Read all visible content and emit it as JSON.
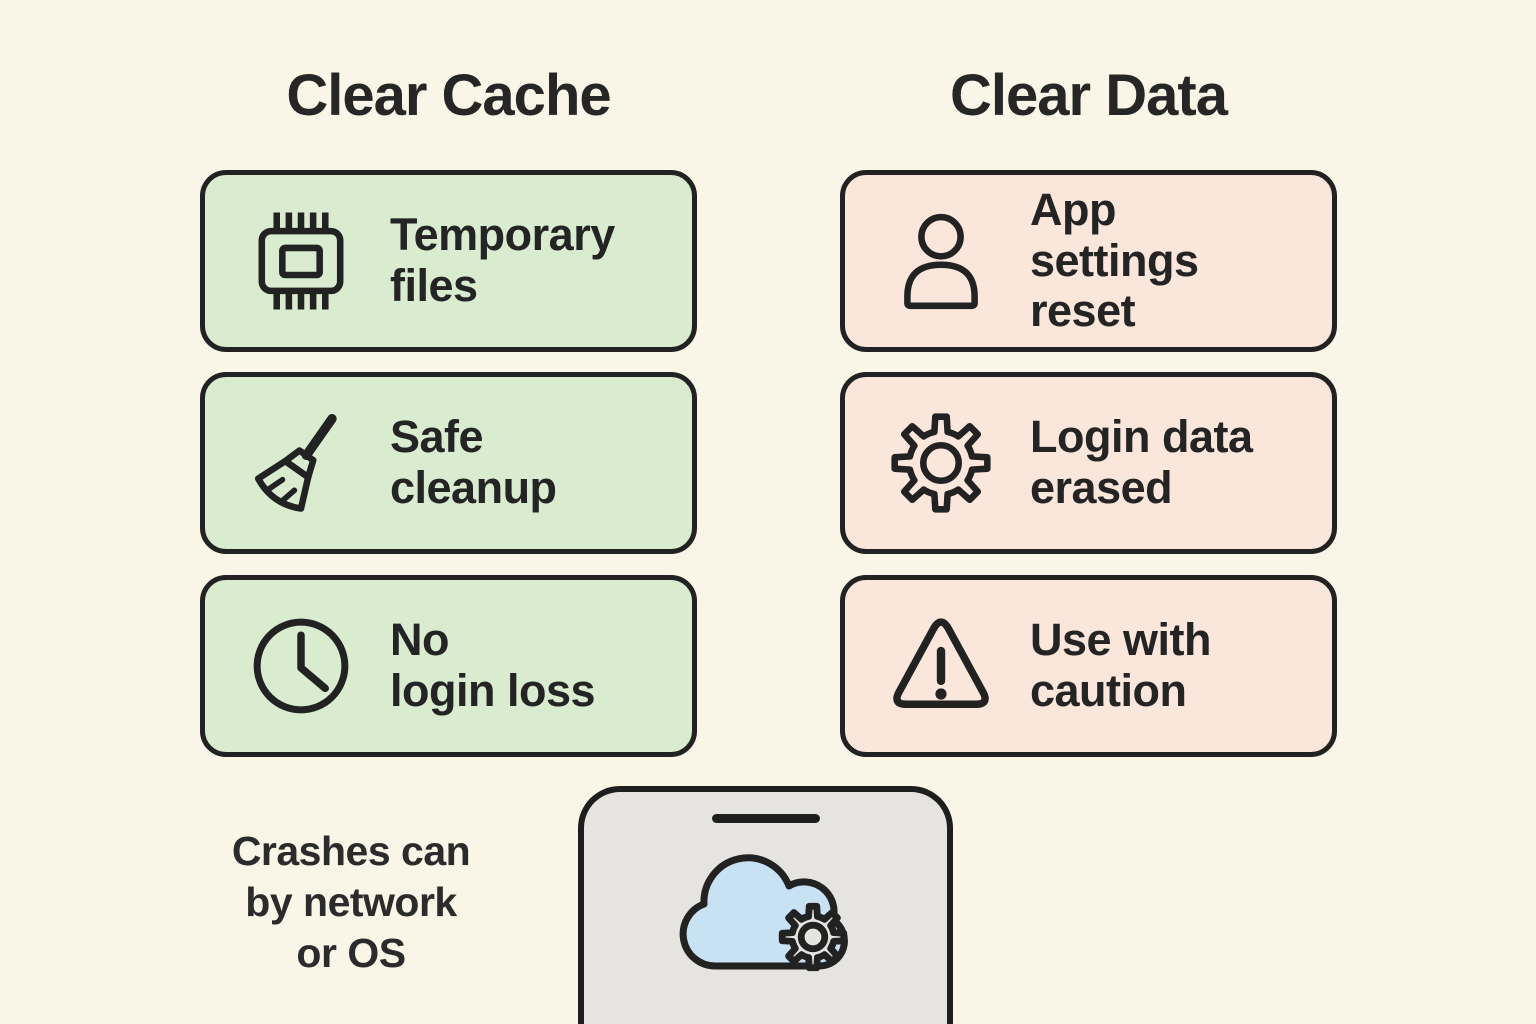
{
  "palette": {
    "background": "#FAF6E7",
    "ink": "#222222",
    "cache_card_color": "#D9ECD0",
    "data_card_color": "#FBE6DC",
    "phone_color": "#E5E4E1",
    "cloud_color": "#C9E2F3"
  },
  "columns": [
    {
      "title": "Clear Cache",
      "cards": [
        {
          "icon": "chip-icon",
          "lines": [
            "Temporary",
            "files"
          ]
        },
        {
          "icon": "broom-icon",
          "lines": [
            "Safe",
            "cleanup"
          ]
        },
        {
          "icon": "clock-icon",
          "lines": [
            "No",
            "login loss"
          ]
        }
      ]
    },
    {
      "title": "Clear Data",
      "cards": [
        {
          "icon": "person-icon",
          "lines": [
            "App",
            "settings reset"
          ]
        },
        {
          "icon": "gear-icon",
          "lines": [
            "Login data",
            "erased"
          ]
        },
        {
          "icon": "warning-icon",
          "lines": [
            "Use with",
            "caution"
          ]
        }
      ]
    }
  ],
  "footer": {
    "note_lines": [
      "Crashes can",
      "by network",
      "or OS"
    ],
    "phone_icons": [
      "speaker-bar-icon",
      "cloud-icon",
      "gear-icon"
    ]
  }
}
